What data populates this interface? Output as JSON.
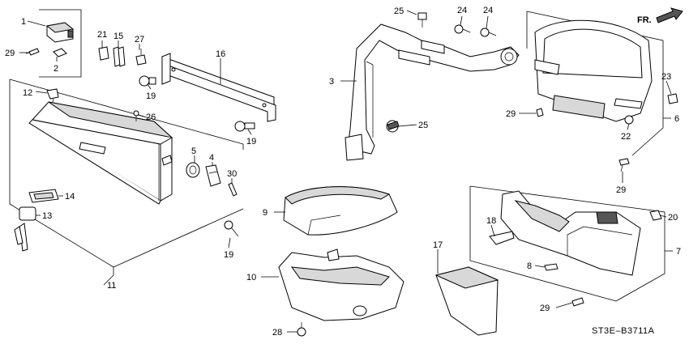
{
  "diagram_code": "ST3E–B3711A",
  "direction_label": "FR.",
  "callouts": {
    "c1": "1",
    "c2": "2",
    "c3": "3",
    "c4": "4",
    "c5": "5",
    "c6": "6",
    "c7": "7",
    "c8": "8",
    "c9": "9",
    "c10": "10",
    "c11": "11",
    "c12": "12",
    "c13": "13",
    "c14": "14",
    "c15": "15",
    "c16": "16",
    "c17": "17",
    "c18": "18",
    "c19a": "19",
    "c19b": "19",
    "c19c": "19",
    "c20": "20",
    "c21": "21",
    "c22": "22",
    "c23": "23",
    "c24a": "24",
    "c24b": "24",
    "c25a": "25",
    "c25b": "25",
    "c26": "26",
    "c27": "27",
    "c28": "28",
    "c29a": "29",
    "c29b": "29",
    "c29c": "29",
    "c29d": "29",
    "c30": "30"
  }
}
